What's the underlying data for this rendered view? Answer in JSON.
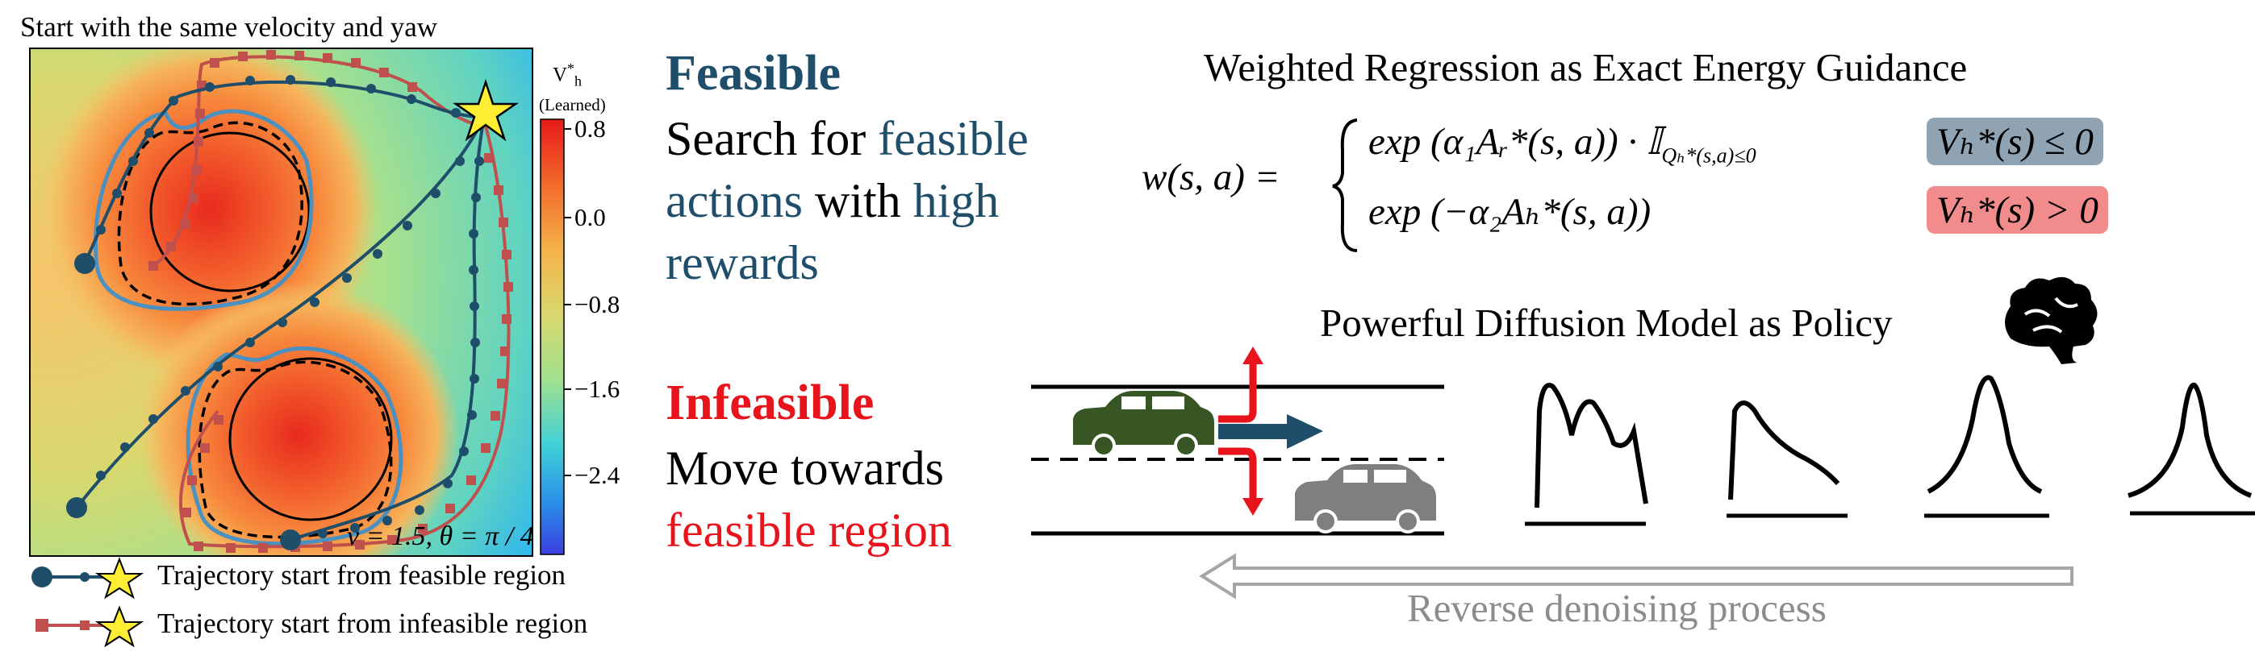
{
  "left_panel": {
    "title": "Start with the same velocity and yaw",
    "colorbar": {
      "label_line1": "V",
      "label_sub": "h",
      "label_sup": "*",
      "label_line2": "(Learned)",
      "ticks": [
        "0.8",
        "0.0",
        "−0.8",
        "−1.6",
        "−2.4"
      ]
    },
    "annotation": "v = 1.5, θ = π / 4",
    "legend": [
      {
        "label": "Trajectory start from feasible region",
        "color": "#1f4e6b",
        "marker": "circle"
      },
      {
        "label": "Trajectory start from infeasible region",
        "color": "#c0504d",
        "marker": "square"
      }
    ]
  },
  "middle_text": {
    "feasible_title": "Feasible",
    "feasible_line1": [
      {
        "t": "Search for ",
        "c": "dark"
      },
      {
        "t": "feasible",
        "c": "blue"
      }
    ],
    "feasible_line2": [
      {
        "t": "actions",
        "c": "blue"
      },
      {
        "t": " with ",
        "c": "dark"
      },
      {
        "t": "high",
        "c": "blue"
      }
    ],
    "feasible_line3": [
      {
        "t": "rewards",
        "c": "blue"
      }
    ],
    "infeasible_title": "Infeasible",
    "infeasible_line1": "Move towards",
    "infeasible_line2": "feasible region"
  },
  "right_panel": {
    "regression_title": "Weighted Regression as Exact Energy Guidance",
    "equation": {
      "lhs": "w(s, a) =",
      "case1": "exp (α₁Aᵣ*(s, a)) · 𝕀",
      "case1_sub": "Qₕ*(s,a)≤0",
      "case2": "exp (−α₂Aₕ*(s, a))",
      "cond1": "Vₕ*(s) ≤ 0",
      "cond2": "Vₕ*(s) > 0"
    },
    "diffusion_title": "Powerful Diffusion Model as Policy",
    "reverse_caption": "Reverse denoising process"
  },
  "colors": {
    "dark_blue": "#1f4e6b",
    "red": "#e8141c",
    "feasible_box": "#8fa3b3",
    "infeasible_box": "#f28b8b",
    "car_green": "#375623",
    "car_gray": "#7f7f7f",
    "arrow_blue": "#1f4e6b",
    "gray_arrow": "#a6a6a6"
  }
}
